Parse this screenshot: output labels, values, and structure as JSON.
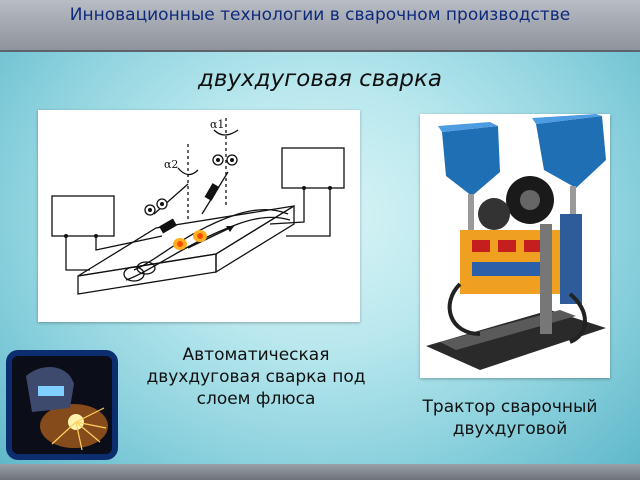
{
  "slide": {
    "title": "Инновационные технологии в сварочном производстве",
    "subtitle": "двухдуговая сварка",
    "diagram_caption": "Автоматическая двухдуговая сварка под слоем флюса",
    "photo_caption": "Трактор сварочный двухдуговой",
    "diagram_labels": {
      "angle1": "α1",
      "angle2": "α2"
    }
  }
}
